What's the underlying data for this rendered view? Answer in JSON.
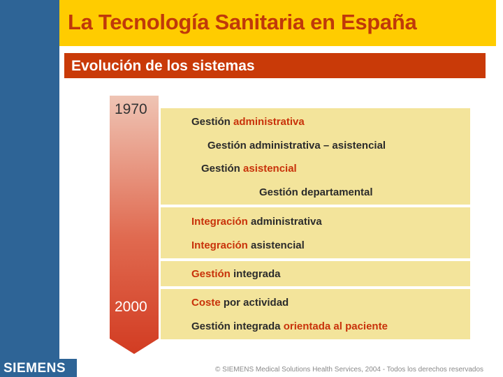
{
  "title": "La Tecnología Sanitaria en España",
  "section": "Evolución de los sistemas",
  "timeline": {
    "start_year": "1970",
    "end_year": "2000"
  },
  "groups": [
    {
      "lines": [
        {
          "a": "Gestión ",
          "b": "administrativa"
        },
        {
          "a": "Gestión administrativa – asistencial",
          "b": ""
        },
        {
          "a": "Gestión ",
          "b": "asistencial"
        },
        {
          "a": "Gestión departamental",
          "b": ""
        }
      ]
    },
    {
      "lines": [
        {
          "a": "Integración",
          "b": " administrativa"
        },
        {
          "a": "Integración",
          "b": " asistencial"
        }
      ]
    },
    {
      "lines": [
        {
          "a": "Gestión",
          "b": " integrada"
        }
      ]
    },
    {
      "lines": [
        {
          "a": "Coste",
          "b": " por actividad"
        },
        {
          "a": "Gestión integrada ",
          "b": "orientada al paciente"
        }
      ]
    }
  ],
  "logo": "SIEMENS",
  "footer": "© SIEMENS Medical Solutions Health Services, 2004 - Todos los derechos reservados",
  "colors": {
    "sidebar": "#2e6496",
    "title_bar": "#ffcc00",
    "title_text": "#c0390a",
    "section_banner": "#c93a08",
    "box_fill": "#f3e49b",
    "highlight_text": "#c8320a"
  }
}
